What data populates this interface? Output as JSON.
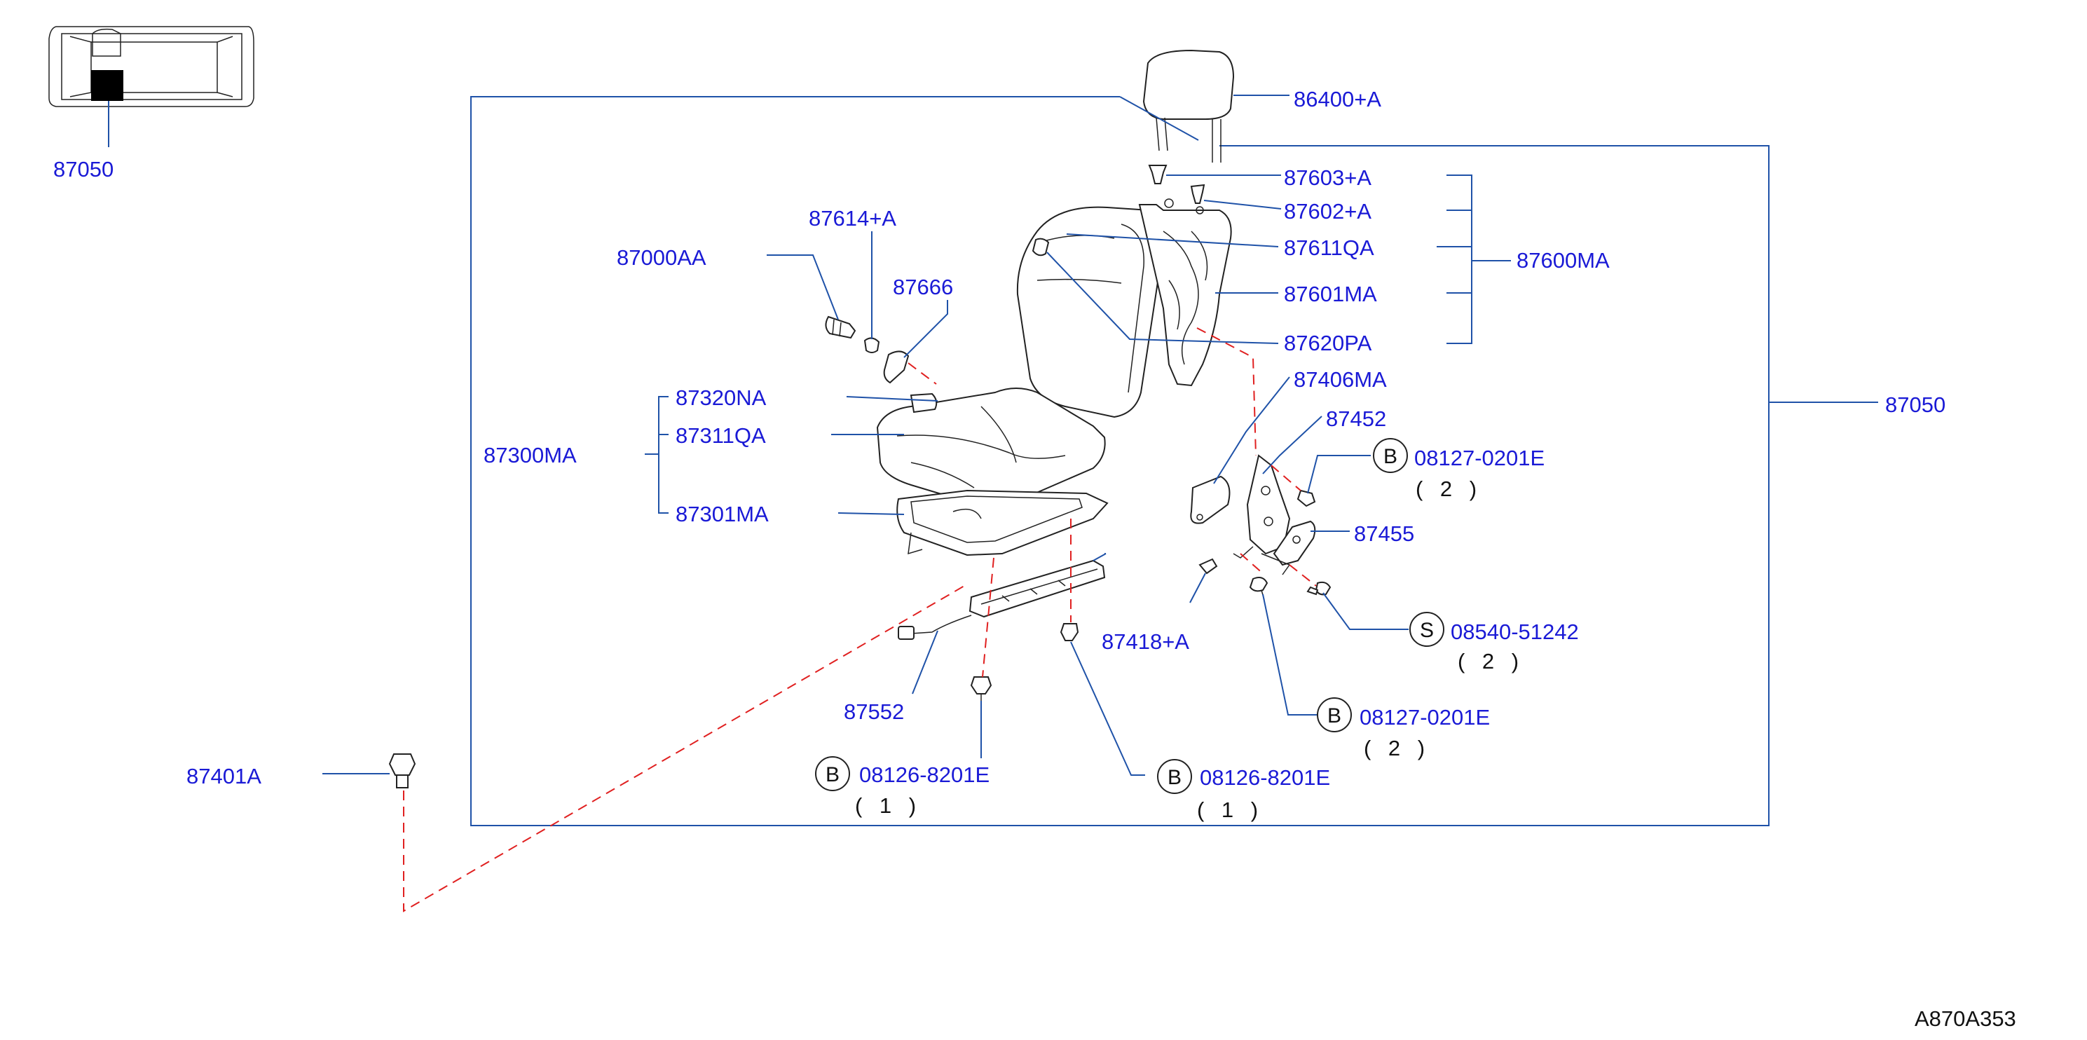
{
  "diagram_code": "A870A353",
  "locator_label": "87050",
  "parts": {
    "headrest": "86400+A",
    "guide_a": "87603+A",
    "guide_b": "87602+A",
    "back_cover": "87611QA",
    "back_group": "87600MA",
    "back_frame": "87601MA",
    "back_pad": "87620PA",
    "assembly": "87050",
    "recliner_cover": "87406MA",
    "recliner_lever": "87452",
    "bolt_b1": "08127-0201E",
    "bolt_b1_qty": "( 2 )",
    "hinge": "87455",
    "screw_s": "08540-51242",
    "screw_s_qty": "( 2 )",
    "bolt_b2": "08127-0201E",
    "bolt_b2_qty": "( 2 )",
    "knob": "87418+A",
    "bolt_b3": "08126-8201E",
    "bolt_b3_qty": "( 1 )",
    "bolt_b4": "08126-8201E",
    "bolt_b4_qty": "( 1 )",
    "harness": "87552",
    "anchor_bolt": "87401A",
    "cushion_group": "87300MA",
    "cushion_pad": "87320NA",
    "cushion_cover": "87311QA",
    "cushion_frame": "87301MA",
    "lift_pin": "87614+A",
    "lift_bolt": "87000AA",
    "bushing": "87666"
  },
  "markers": {
    "b": "B",
    "s": "S"
  }
}
